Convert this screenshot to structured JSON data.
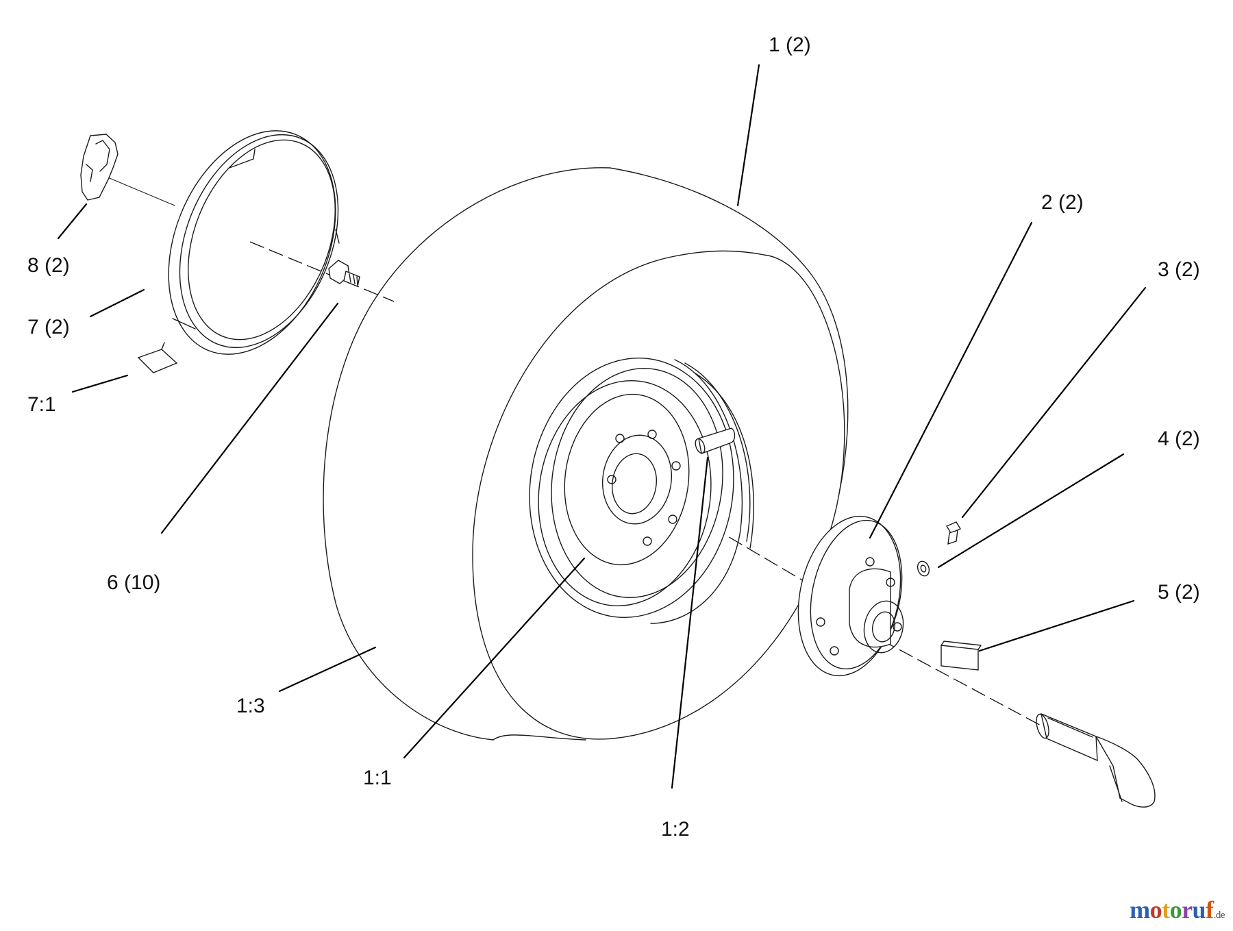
{
  "callouts": [
    {
      "id": "c1",
      "label": "1 (2)"
    },
    {
      "id": "c2",
      "label": "2 (2)"
    },
    {
      "id": "c3",
      "label": "3 (2)"
    },
    {
      "id": "c4",
      "label": "4 (2)"
    },
    {
      "id": "c5",
      "label": "5 (2)"
    },
    {
      "id": "c6",
      "label": "6 (10)"
    },
    {
      "id": "c7",
      "label": "7 (2)"
    },
    {
      "id": "c7_1",
      "label": "7:1"
    },
    {
      "id": "c8",
      "label": "8 (2)"
    },
    {
      "id": "c1_1",
      "label": "1:1"
    },
    {
      "id": "c1_2",
      "label": "1:2"
    },
    {
      "id": "c1_3",
      "label": "1:3"
    }
  ],
  "watermark": {
    "text": "motoruf",
    "tld": ".de",
    "letter_colors": [
      "#2b5fb3",
      "#c0392b",
      "#e0a020",
      "#3a9a3a",
      "#8e44ad",
      "#2b5fb3",
      "#d35400"
    ]
  }
}
